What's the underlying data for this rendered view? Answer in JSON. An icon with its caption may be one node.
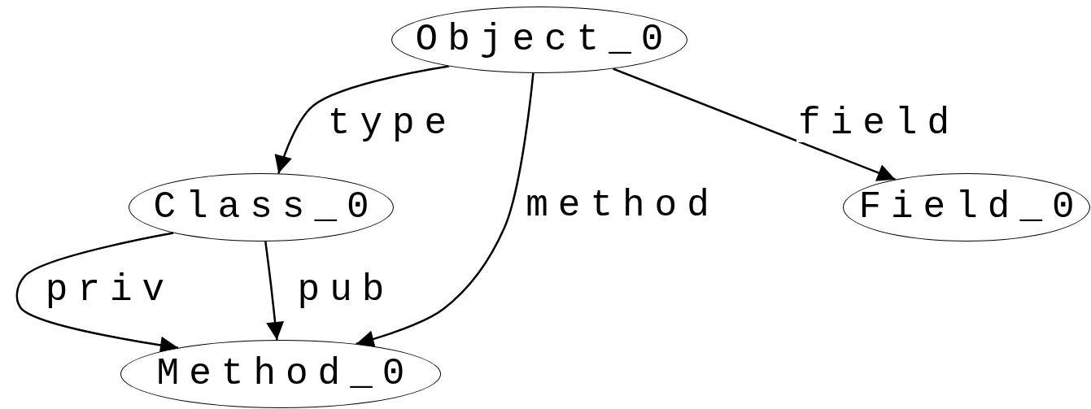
{
  "diagram": {
    "nodes": [
      {
        "text": [
          "Object_0"
        ]
      },
      {
        "text": [
          "Class_0"
        ]
      },
      {
        "text": [
          "Field_0"
        ]
      },
      {
        "text": [
          "Method_0"
        ]
      }
    ],
    "edges": [
      {
        "from": 0,
        "to": 1,
        "arrow": "to",
        "label": "type"
      },
      {
        "from": 0,
        "to": 3,
        "arrow": "to",
        "label": "method"
      },
      {
        "from": 0,
        "to": 2,
        "arrow": "to",
        "label": "field"
      },
      {
        "from": 1,
        "to": 3,
        "arrow": "to",
        "label": "priv"
      },
      {
        "from": 1,
        "to": 3,
        "arrow": "to",
        "label": "pub"
      }
    ]
  }
}
